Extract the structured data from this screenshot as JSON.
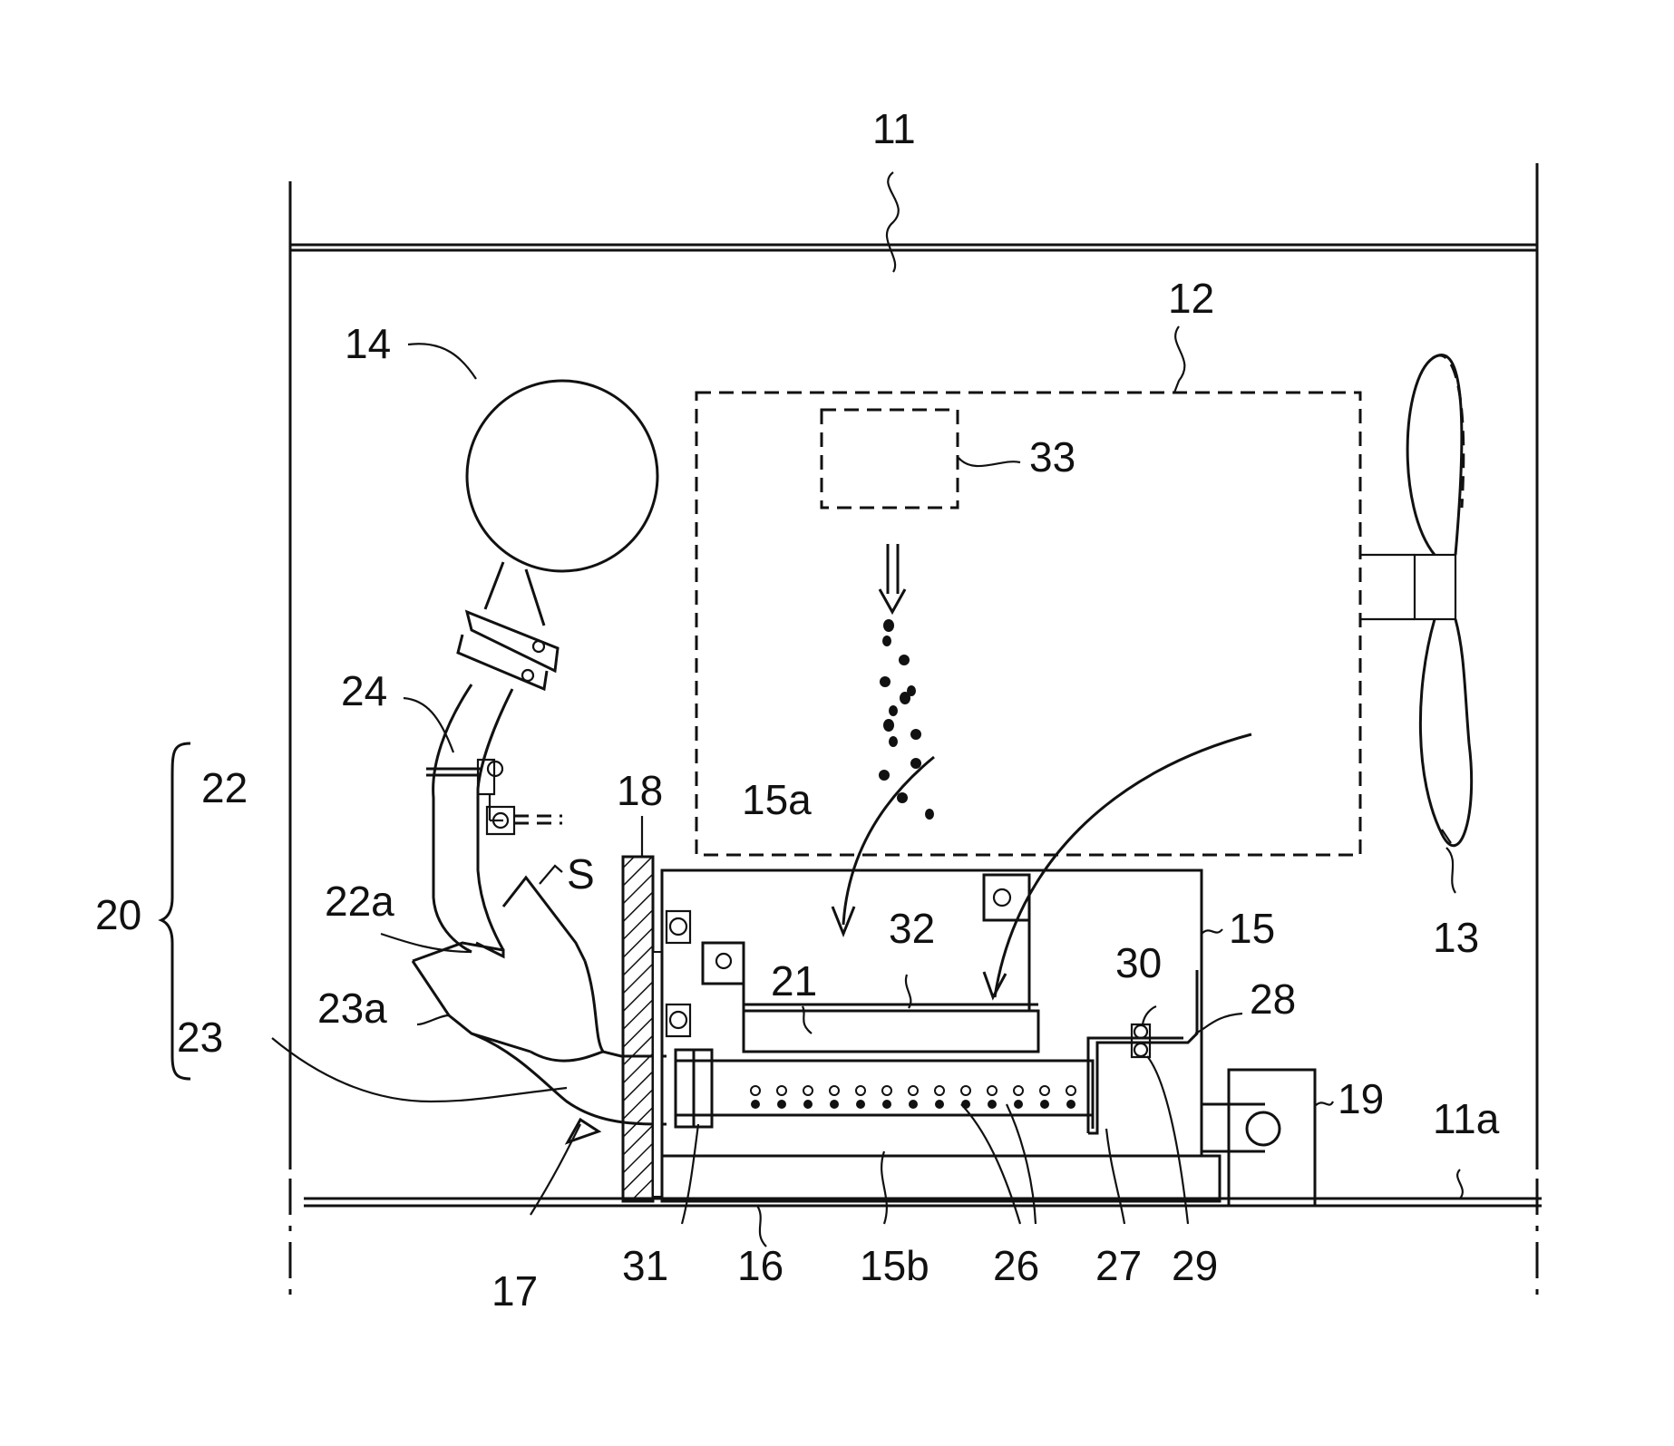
{
  "labels": {
    "l11": "11",
    "l12": "12",
    "l13": "13",
    "l14": "14",
    "l15": "15",
    "l15a": "15a",
    "l15b": "15b",
    "l16": "16",
    "l17": "17",
    "l18": "18",
    "l19": "19",
    "l20": "20",
    "l21": "21",
    "l22": "22",
    "l22a": "22a",
    "l23": "23",
    "l23a": "23a",
    "l24": "24",
    "l26": "26",
    "l27": "27",
    "l28": "28",
    "l29": "29",
    "l30": "30",
    "l31": "31",
    "l32": "32",
    "l33": "33",
    "l11a": "11a",
    "lS": "S"
  }
}
